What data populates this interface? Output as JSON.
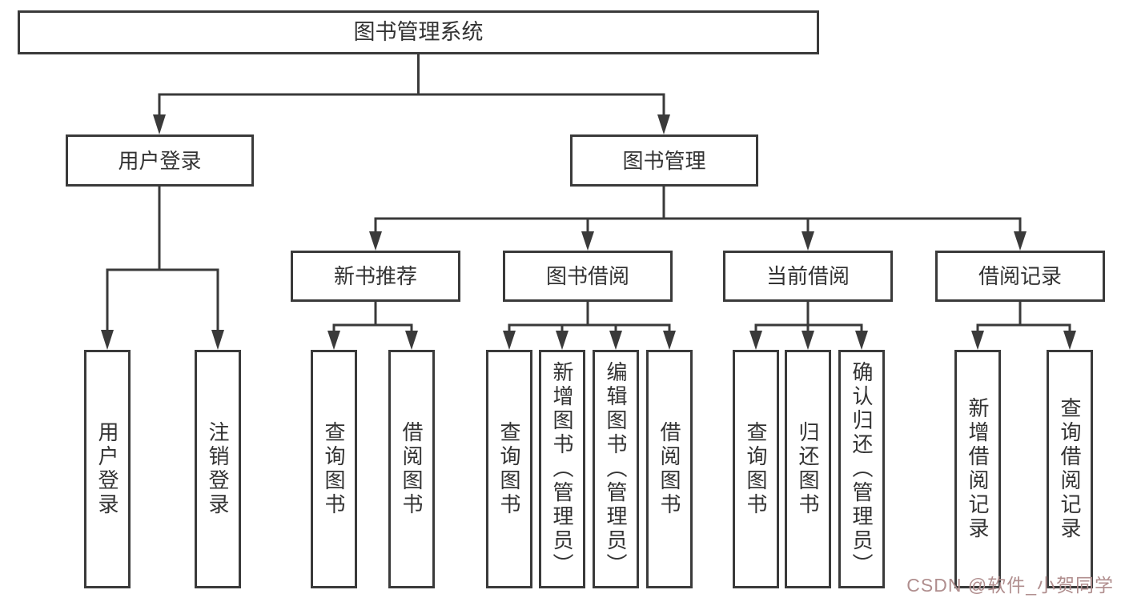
{
  "diagram": {
    "root": {
      "label": "图书管理系统"
    },
    "branches": [
      {
        "label": "用户登录",
        "children": [
          {
            "label": "用户登录"
          },
          {
            "label": "注销登录"
          }
        ]
      },
      {
        "label": "图书管理",
        "children": [
          {
            "label": "新书推荐",
            "children": [
              {
                "label": "查询图书"
              },
              {
                "label": "借阅图书"
              }
            ]
          },
          {
            "label": "图书借阅",
            "children": [
              {
                "label": "查询图书"
              },
              {
                "label": "新增图书（管理员）"
              },
              {
                "label": "编辑图书（管理员）"
              },
              {
                "label": "借阅图书"
              }
            ]
          },
          {
            "label": "当前借阅",
            "children": [
              {
                "label": "查询图书"
              },
              {
                "label": "归还图书"
              },
              {
                "label": "确认归还（管理员）"
              }
            ]
          },
          {
            "label": "借阅记录",
            "children": [
              {
                "label": "新增借阅记录"
              },
              {
                "label": "查询借阅记录"
              }
            ]
          }
        ]
      }
    ],
    "watermark": "CSDN @软件_小贺同学",
    "colors": {
      "line": "#3a3a3a",
      "text": "#333333",
      "box_background": "#ffffff",
      "watermark": "#b08e8e"
    }
  }
}
